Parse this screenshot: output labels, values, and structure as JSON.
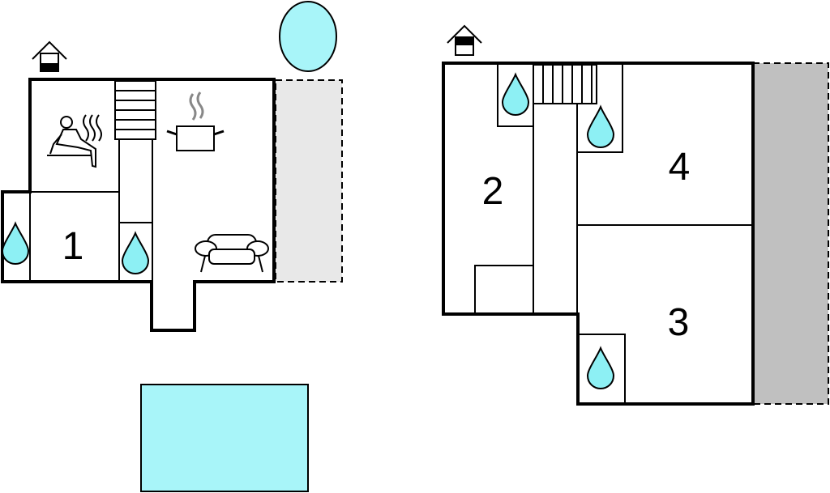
{
  "floor_plan": {
    "ground_floor": {
      "floor_icon": "house-ground-floor-icon",
      "rooms": [
        {
          "label": "1"
        }
      ],
      "icons": [
        "sauna-icon",
        "kitchen-pot-icon",
        "sofa-icon",
        "water-drop-icon",
        "stairs-icon"
      ],
      "extras": [
        "pool-round",
        "pool-rectangular",
        "terrace"
      ]
    },
    "upper_floor": {
      "floor_icon": "house-upper-floor-icon",
      "rooms": [
        {
          "label": "2"
        },
        {
          "label": "4"
        },
        {
          "label": "3"
        }
      ],
      "icons": [
        "water-drop-icon",
        "stairs-icon"
      ],
      "extras": [
        "terrace"
      ]
    },
    "colors": {
      "wall": "#000000",
      "pool": "#a8f5f9",
      "drop": "#8df0f4",
      "terrace_light": "#e8e8e8",
      "terrace_dark": "#c0c0c0"
    }
  }
}
